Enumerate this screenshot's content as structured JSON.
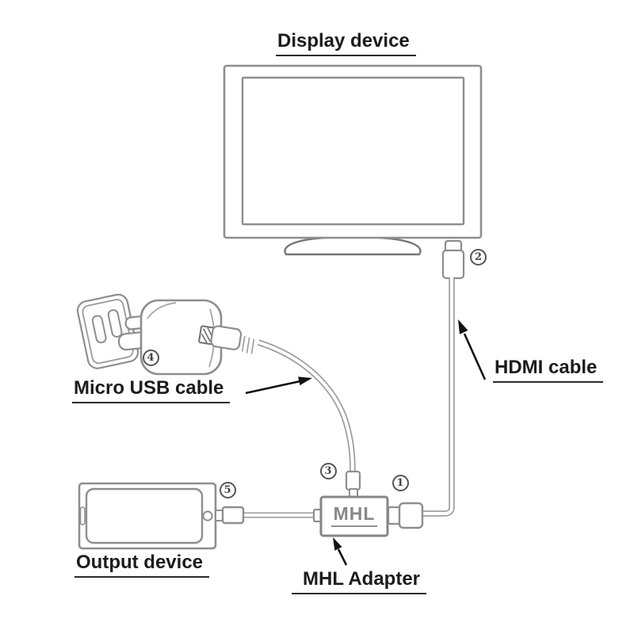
{
  "labels": {
    "display_device": "Display device",
    "hdmi_cable": "HDMI cable",
    "micro_usb_cable": "Micro USB cable",
    "output_device": "Output device",
    "mhl_adapter": "MHL Adapter",
    "mhl_box": "MHL"
  },
  "callouts": {
    "c1": "1",
    "c2": "2",
    "c3": "3",
    "c4": "4",
    "c5": "5"
  },
  "colors": {
    "line_gray": "#8e8e8e",
    "dark_line": "#777777",
    "text_black": "#1c1c1c",
    "mhl_gray": "#878787",
    "arrow_black": "#111111",
    "background": "#ffffff"
  }
}
